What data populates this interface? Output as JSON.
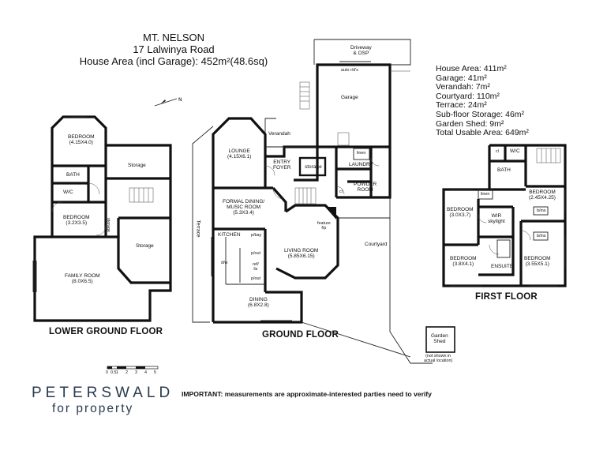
{
  "header": {
    "suburb": "MT. NELSON",
    "street": "17 Lalwinya Road",
    "house_area": "House Area (incl Garage): 452m²(48.6sq)"
  },
  "areas": [
    "House Area: 411m²",
    "Garage: 41m²",
    "Verandah: 7m²",
    "Courtyard: 110m²",
    "Terrace: 24m²",
    "Sub-floor Storage: 46m²",
    "Garden Shed: 9m²",
    "Total Usable Area: 649m²"
  ],
  "floors": {
    "lower": "LOWER GROUND FLOOR",
    "ground": "GROUND FLOOR",
    "first": "FIRST FLOOR"
  },
  "lower_rooms": {
    "bedroom1": "BEDROOM",
    "bedroom1_size": "(4.15X4.0)",
    "bath": "BATH",
    "wc": "W/C",
    "bedroom2": "BEDROOM",
    "bedroom2_size": "(3.2X3.5)",
    "storage1": "Storage",
    "storage2": "Storage",
    "storage_v": "storage",
    "family": "FAMILY ROOM",
    "family_size": "(8.0X6.5)"
  },
  "ground_rooms": {
    "lounge": "LOUNGE",
    "lounge_size": "(4.15X6.1)",
    "entry": "ENTRY",
    "foyer": "FOYER",
    "storage": "storage",
    "verandah": "Verandah",
    "laundry": "LAUNDRY",
    "linen": "linen",
    "powder1": "POWDER",
    "powder2": "ROOM",
    "cl": "cl",
    "garage": "Garage",
    "driveway": "Driveway",
    "osp": "& OSP",
    "auto": "auto r/d's",
    "dining_music1": "FORMAL DINING/",
    "dining_music2": "MUSIC ROOM",
    "dining_music_size": "(5.3X3.4)",
    "kitchen": "KITCHEN",
    "pbay": "p/bay",
    "pout1": "p/out",
    "refliz1": "ref/",
    "refliz2": "liz",
    "pout2": "p/out",
    "dw": "d/w",
    "living": "LIVING ROOM",
    "living_size": "(5.85X6.15)",
    "feature1": "feature",
    "feature2": "f/p",
    "dining": "DINING",
    "dining_size": "(6.8X2.8)",
    "terrace": "Terrace",
    "courtyard": "Courtyard"
  },
  "first_rooms": {
    "cl": "cl",
    "wc": "W/C",
    "bath": "BATH",
    "linen": "linen",
    "bed_a": "BEDROOM",
    "bed_a_size": "(2.45X4.25)",
    "bins1": "b/ins",
    "bed_b": "BEDROOM",
    "bed_b_size": "(3.0X3.7)",
    "wir": "WIR",
    "skylight": "skylight",
    "bins2": "b/ins",
    "bed_c": "BEDROOM",
    "bed_c_size": "(3.8X4.1)",
    "ensuite": "ENSUITE",
    "bed_d": "BEDROOM",
    "bed_d_size": "(3.55X5.1)"
  },
  "shed": {
    "label1": "Garden",
    "label2": "Shed",
    "note1": "(not shown in",
    "note2": "actual location)"
  },
  "scale_labels": [
    "0",
    "0.5",
    "1",
    "2",
    "3",
    "4",
    "5"
  ],
  "brand": {
    "line1": "PETERSWALD",
    "line2": "for property"
  },
  "disclaimer": "IMPORTANT: measurements are approximate-interested parties need to verify"
}
